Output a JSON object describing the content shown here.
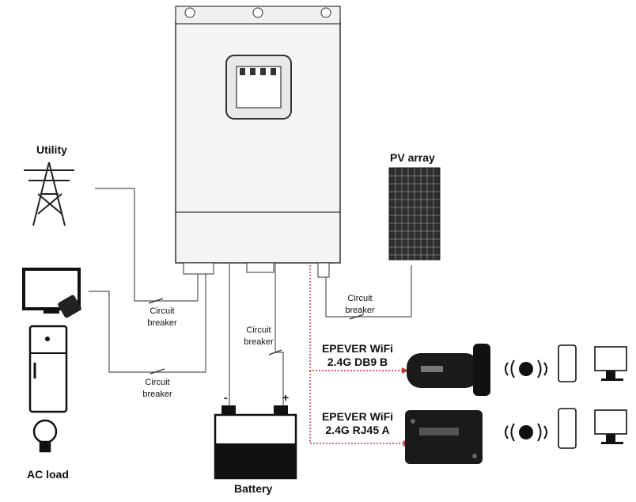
{
  "labels": {
    "utility": "Utility",
    "pv_array": "PV array",
    "circuit_breaker_1": [
      "Circuit",
      "breaker"
    ],
    "circuit_breaker_2": [
      "Circuit",
      "breaker"
    ],
    "circuit_breaker_3": [
      "Circuit",
      "breaker"
    ],
    "circuit_breaker_4": [
      "Circuit",
      "breaker"
    ],
    "battery": "Battery",
    "ac_load": "AC load",
    "battery_minus": "-",
    "battery_plus": "+",
    "wifi_db9": [
      "EPEVER WiFi",
      "2.4G DB9 B"
    ],
    "wifi_rj45": [
      "EPEVER WiFi",
      "2.4G RJ45 A"
    ]
  },
  "colors": {
    "line": "#555555",
    "dotted": "#cc3333",
    "device_dark": "#1a1a1a"
  }
}
